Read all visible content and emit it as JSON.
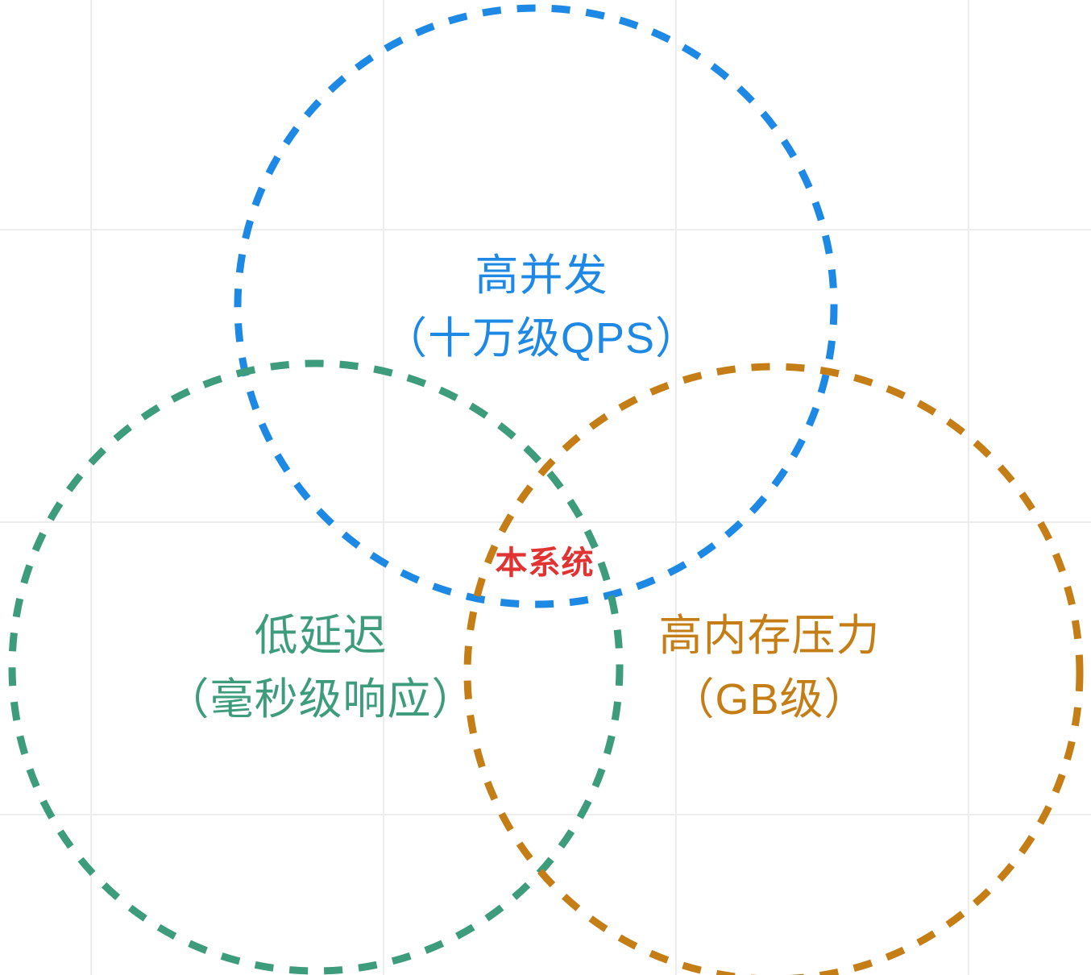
{
  "canvas": {
    "background_color": "#ffffff",
    "grid_color": "#ededed"
  },
  "circles": [
    {
      "id": "high-concurrency",
      "label_line1": "高并发",
      "label_line2": "（十万级QPS）",
      "color": "#1E88E5"
    },
    {
      "id": "low-latency",
      "label_line1": "低延迟",
      "label_line2": "（毫秒级响应）",
      "color": "#3D9C7B"
    },
    {
      "id": "high-memory-pressure",
      "label_line1": "高内存压力",
      "label_line2": "（GB级）",
      "color": "#C57D15"
    }
  ],
  "intersection": {
    "label": "本系统",
    "color": "#E23333"
  }
}
